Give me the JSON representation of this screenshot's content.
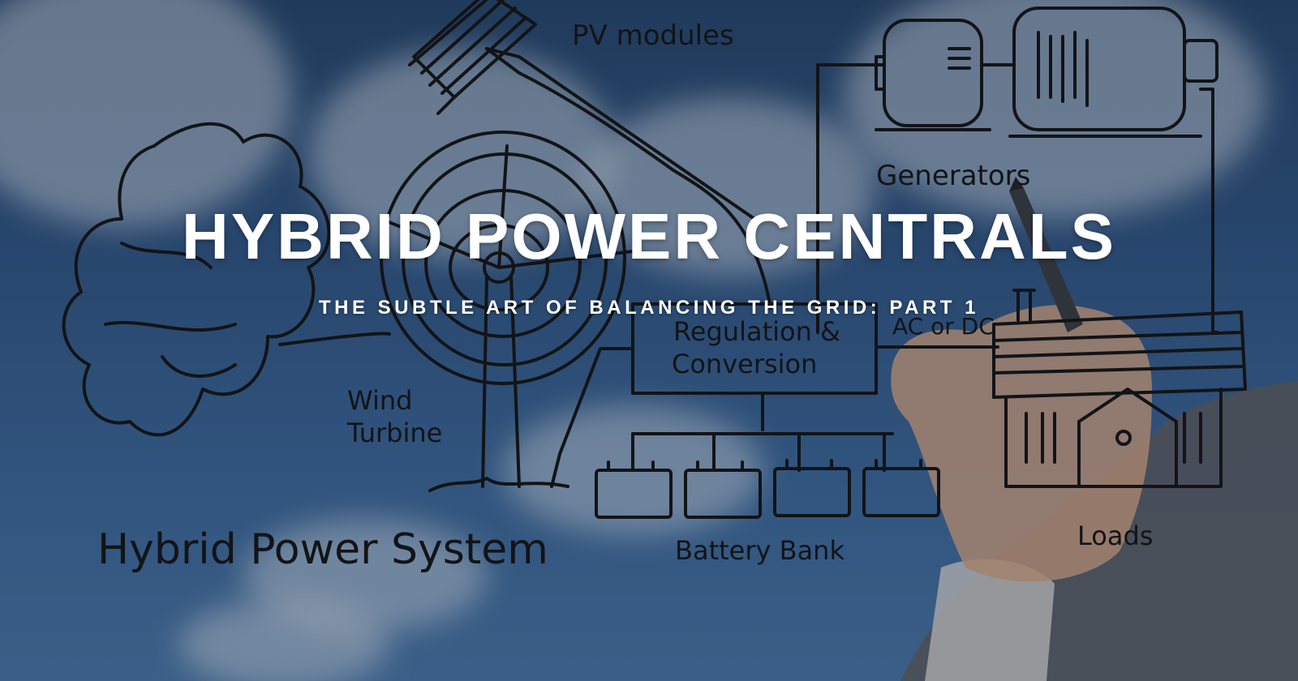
{
  "hero": {
    "title": "HYBRID POWER CENTRALS",
    "subtitle": "THE SUBTLE ART OF BALANCING THE GRID: PART 1"
  },
  "sketch_labels": {
    "pv": "PV modules",
    "generators": "Generators",
    "regulation_line1": "Regulation &",
    "regulation_line2": "Conversion",
    "ac_dc": "AC or DC",
    "wind_line1": "Wind",
    "wind_line2": "Turbine",
    "battery": "Battery Bank",
    "loads": "Loads",
    "system": "Hybrid Power System"
  },
  "colors": {
    "sky": "#3c6aa0",
    "ink": "#111111",
    "title": "#ffffff",
    "skin": "#d9a98a",
    "suit": "#6e6e6e"
  }
}
